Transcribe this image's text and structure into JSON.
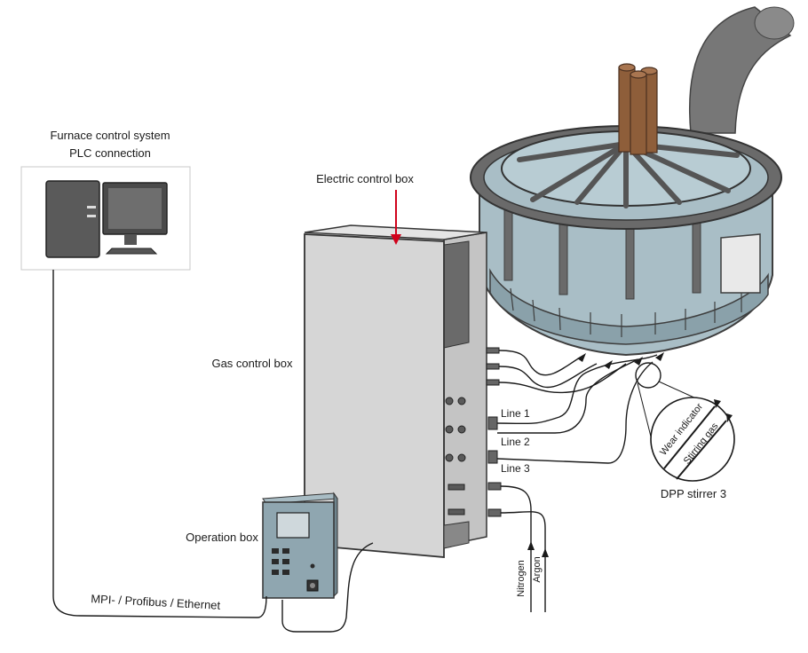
{
  "labels": {
    "furnace_control_line1": "Furnace control system",
    "furnace_control_line2": "PLC connection",
    "electric_control_box": "Electric control box",
    "gas_control_box": "Gas control box",
    "operation_box": "Operation box",
    "network": "MPI- / Profibus / Ethernet",
    "line1": "Line 1",
    "line2": "Line 2",
    "line3": "Line 3",
    "dpp_stirrer": "DPP stirrer 3",
    "wear_indicator": "Wear indicator",
    "stirring_gas": "Stirring gas",
    "nitrogen": "Nitrogen",
    "argon": "Argon"
  },
  "colors": {
    "furnace_body": "#a9bec6",
    "furnace_frame": "#5e5e5e",
    "electrodes": "#8e5e3a",
    "duct": "#777777",
    "cabinet": "#d6d6d6",
    "operation_box": "#8fa6b0",
    "arrow": "#d0021b"
  }
}
